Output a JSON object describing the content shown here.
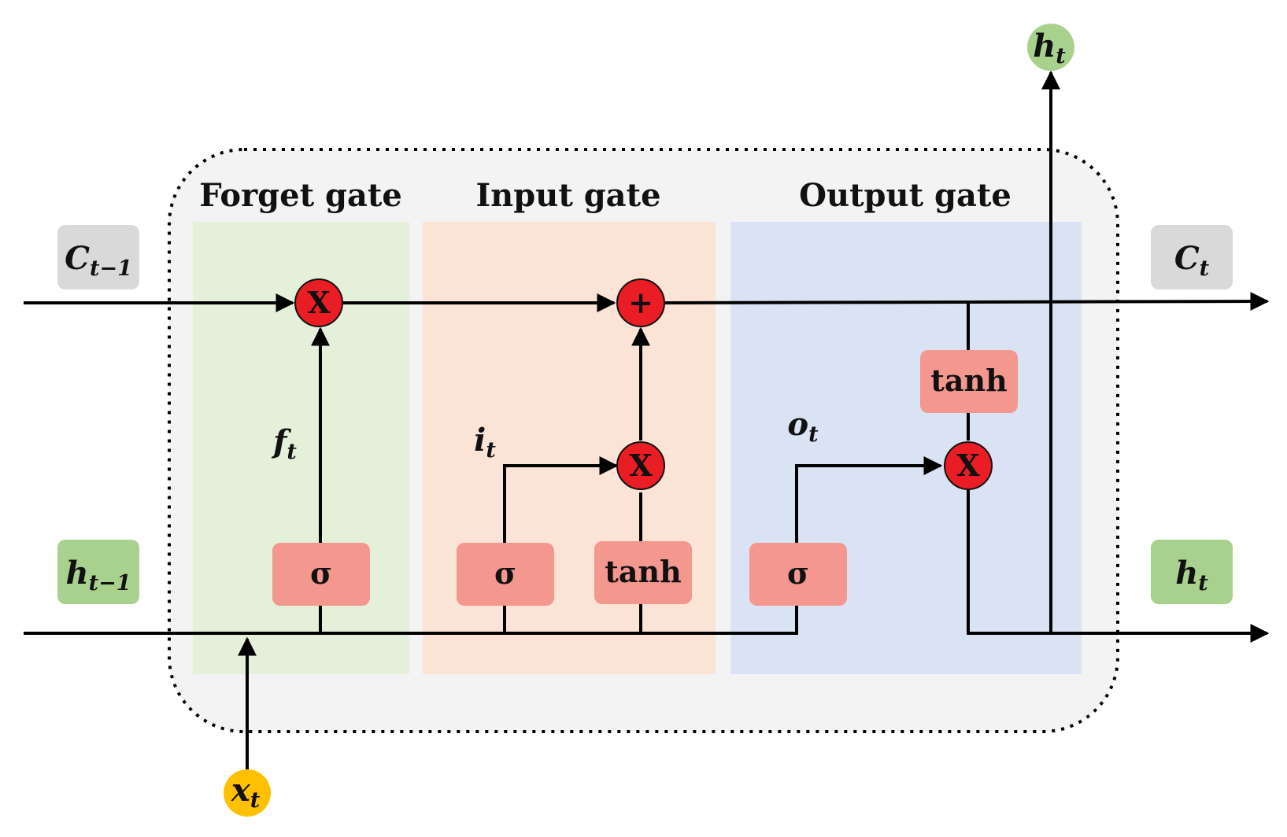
{
  "gates": {
    "forget": {
      "title": "Forget gate",
      "color": "#e4f0d9"
    },
    "input": {
      "title": "Input gate",
      "color": "#fbe3d6"
    },
    "output": {
      "title": "Output gate",
      "color": "#dae3f3"
    }
  },
  "labels": {
    "c_prev": {
      "main": "C",
      "sub": "t−1"
    },
    "h_prev": {
      "main": "h",
      "sub": "t−1"
    },
    "c_next": {
      "main": "C",
      "sub": "t"
    },
    "h_next": {
      "main": "h",
      "sub": "t"
    },
    "h_top": {
      "main": "h",
      "sub": "t"
    },
    "x_in": {
      "main": "x",
      "sub": "t"
    },
    "f_t": {
      "main": "f",
      "sub": "t"
    },
    "i_t": {
      "main": "i",
      "sub": "t"
    },
    "o_t": {
      "main": "o",
      "sub": "t"
    }
  },
  "blocks": {
    "forget_sigma": "σ",
    "input_sigma": "σ",
    "input_tanh": "tanh",
    "output_sigma": "σ",
    "output_tanh": "tanh"
  },
  "operators": {
    "forget_mult": "X",
    "input_add": "+",
    "input_mult": "X",
    "output_mult": "X"
  },
  "colors": {
    "cell_bg": "#f3f3f3",
    "op_red": "#ea1c24",
    "block_salmon": "#f4978e",
    "label_gray": "#d9d9d9",
    "label_green": "#a9d18e",
    "input_yellow": "#ffc000",
    "output_green": "#a9d18e"
  }
}
